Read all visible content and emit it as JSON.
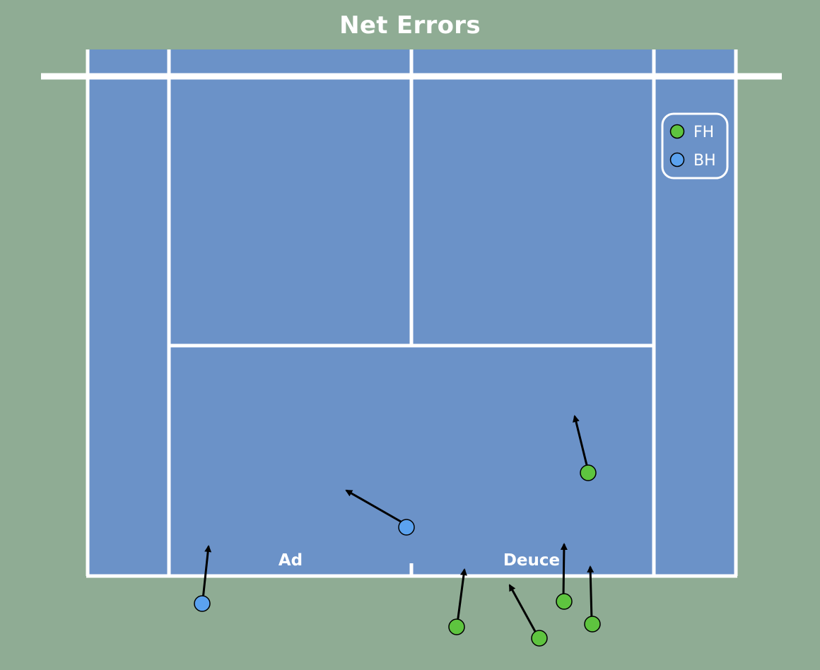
{
  "title": "Net Errors",
  "colors": {
    "background": "#8fac94",
    "court": "#6b92c8",
    "lines": "#ffffff",
    "fh": "#5ec43f",
    "bh": "#5ba2ef",
    "arrow": "#000000"
  },
  "court_labels": {
    "ad": "Ad",
    "deuce": "Deuce"
  },
  "legend": [
    {
      "key": "fh",
      "label": "FH"
    },
    {
      "key": "bh",
      "label": "BH"
    }
  ]
}
